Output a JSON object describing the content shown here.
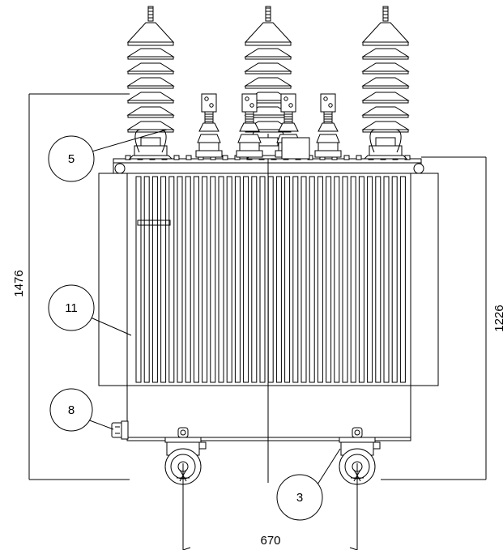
{
  "dimensions": {
    "overall_height": "1476",
    "tank_height": "1226",
    "wheel_track": "670"
  },
  "callouts": [
    {
      "id": "5",
      "label": "5"
    },
    {
      "id": "11",
      "label": "11"
    },
    {
      "id": "8",
      "label": "8"
    },
    {
      "id": "3",
      "label": "3"
    }
  ]
}
